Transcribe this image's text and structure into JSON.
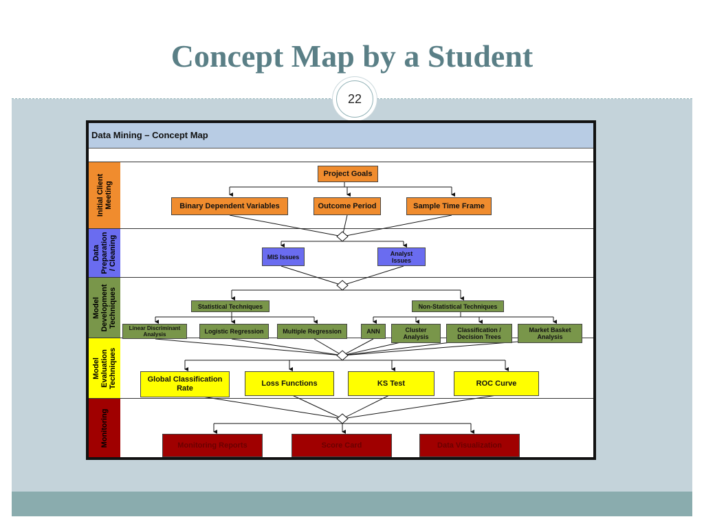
{
  "slide": {
    "title": "Concept Map by a Student",
    "page_number": "22"
  },
  "map": {
    "title": "Data Mining – Concept Map",
    "bands": [
      {
        "label": "Initial Client\nMeeting",
        "color": "#f08c2e"
      },
      {
        "label": "Data\nPreparation\n/ Cleaning",
        "color": "#6a6cf0"
      },
      {
        "label": "Model\nDevelopment\nTechniques",
        "color": "#79964a"
      },
      {
        "label": "Model\nEvaluation\nTechniques",
        "color": "#ffff00"
      },
      {
        "label": "Monitoring",
        "color": "#a00000"
      }
    ],
    "nodes": {
      "project_goals": "Project Goals",
      "binary_dependent": "Binary Dependent Variables",
      "outcome_period": "Outcome Period",
      "sample_time_frame": "Sample Time Frame",
      "mis_issues": "MIS Issues",
      "analyst_issues": "Analyst\nIssues",
      "statistical": "Statistical Techniques",
      "non_statistical": "Non-Statistical Techniques",
      "lda": "Linear Discriminant\nAnalysis",
      "logistic": "Logistic Regression",
      "multiple": "Multiple Regression",
      "ann": "ANN",
      "cluster": "Cluster\nAnalysis",
      "classification": "Classification /\nDecision Trees",
      "market_basket": "Market Basket\nAnalysis",
      "global_rate": "Global Classification\nRate",
      "loss_functions": "Loss Functions",
      "ks_test": "KS Test",
      "roc_curve": "ROC Curve",
      "monitoring_reports": "Monitoring Reports",
      "score_card": "Score Card",
      "data_visualization": "Data Visualization"
    }
  },
  "colors": {
    "title": "#5a7f86",
    "background": "#c4d3da",
    "footer": "#8aacae"
  }
}
